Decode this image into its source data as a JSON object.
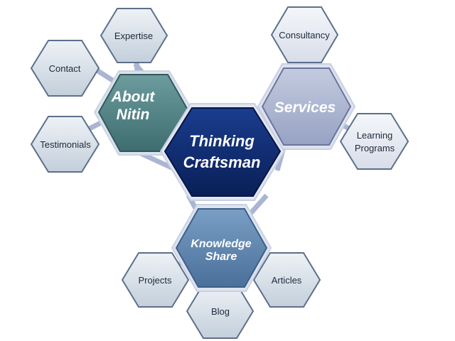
{
  "center": {
    "line1": "Thinking",
    "line2": "Craftsman"
  },
  "about": {
    "line1": "About",
    "line2": "Nitin"
  },
  "services": {
    "line1": "Services"
  },
  "knowledge": {
    "line1": "Knowledge",
    "line2": "Share"
  },
  "satellites": {
    "expertise": "Expertise",
    "contact": "Contact",
    "testimonials": "Testimonials",
    "consultancy": "Consultancy",
    "learning_line1": "Learning",
    "learning_line2": "Programs",
    "projects": "Projects",
    "articles": "Articles",
    "blog": "Blog"
  },
  "colors": {
    "center_fill": "#0e2a6e",
    "about_fill": "#4b7e80",
    "services_fill": "#a9b3cf",
    "knowledge_fill": "#5c83ad",
    "satellite_fill": "#d5dde6",
    "satellite_alt_fill": "#e6e9f1",
    "connector": "#a9b4d2"
  }
}
